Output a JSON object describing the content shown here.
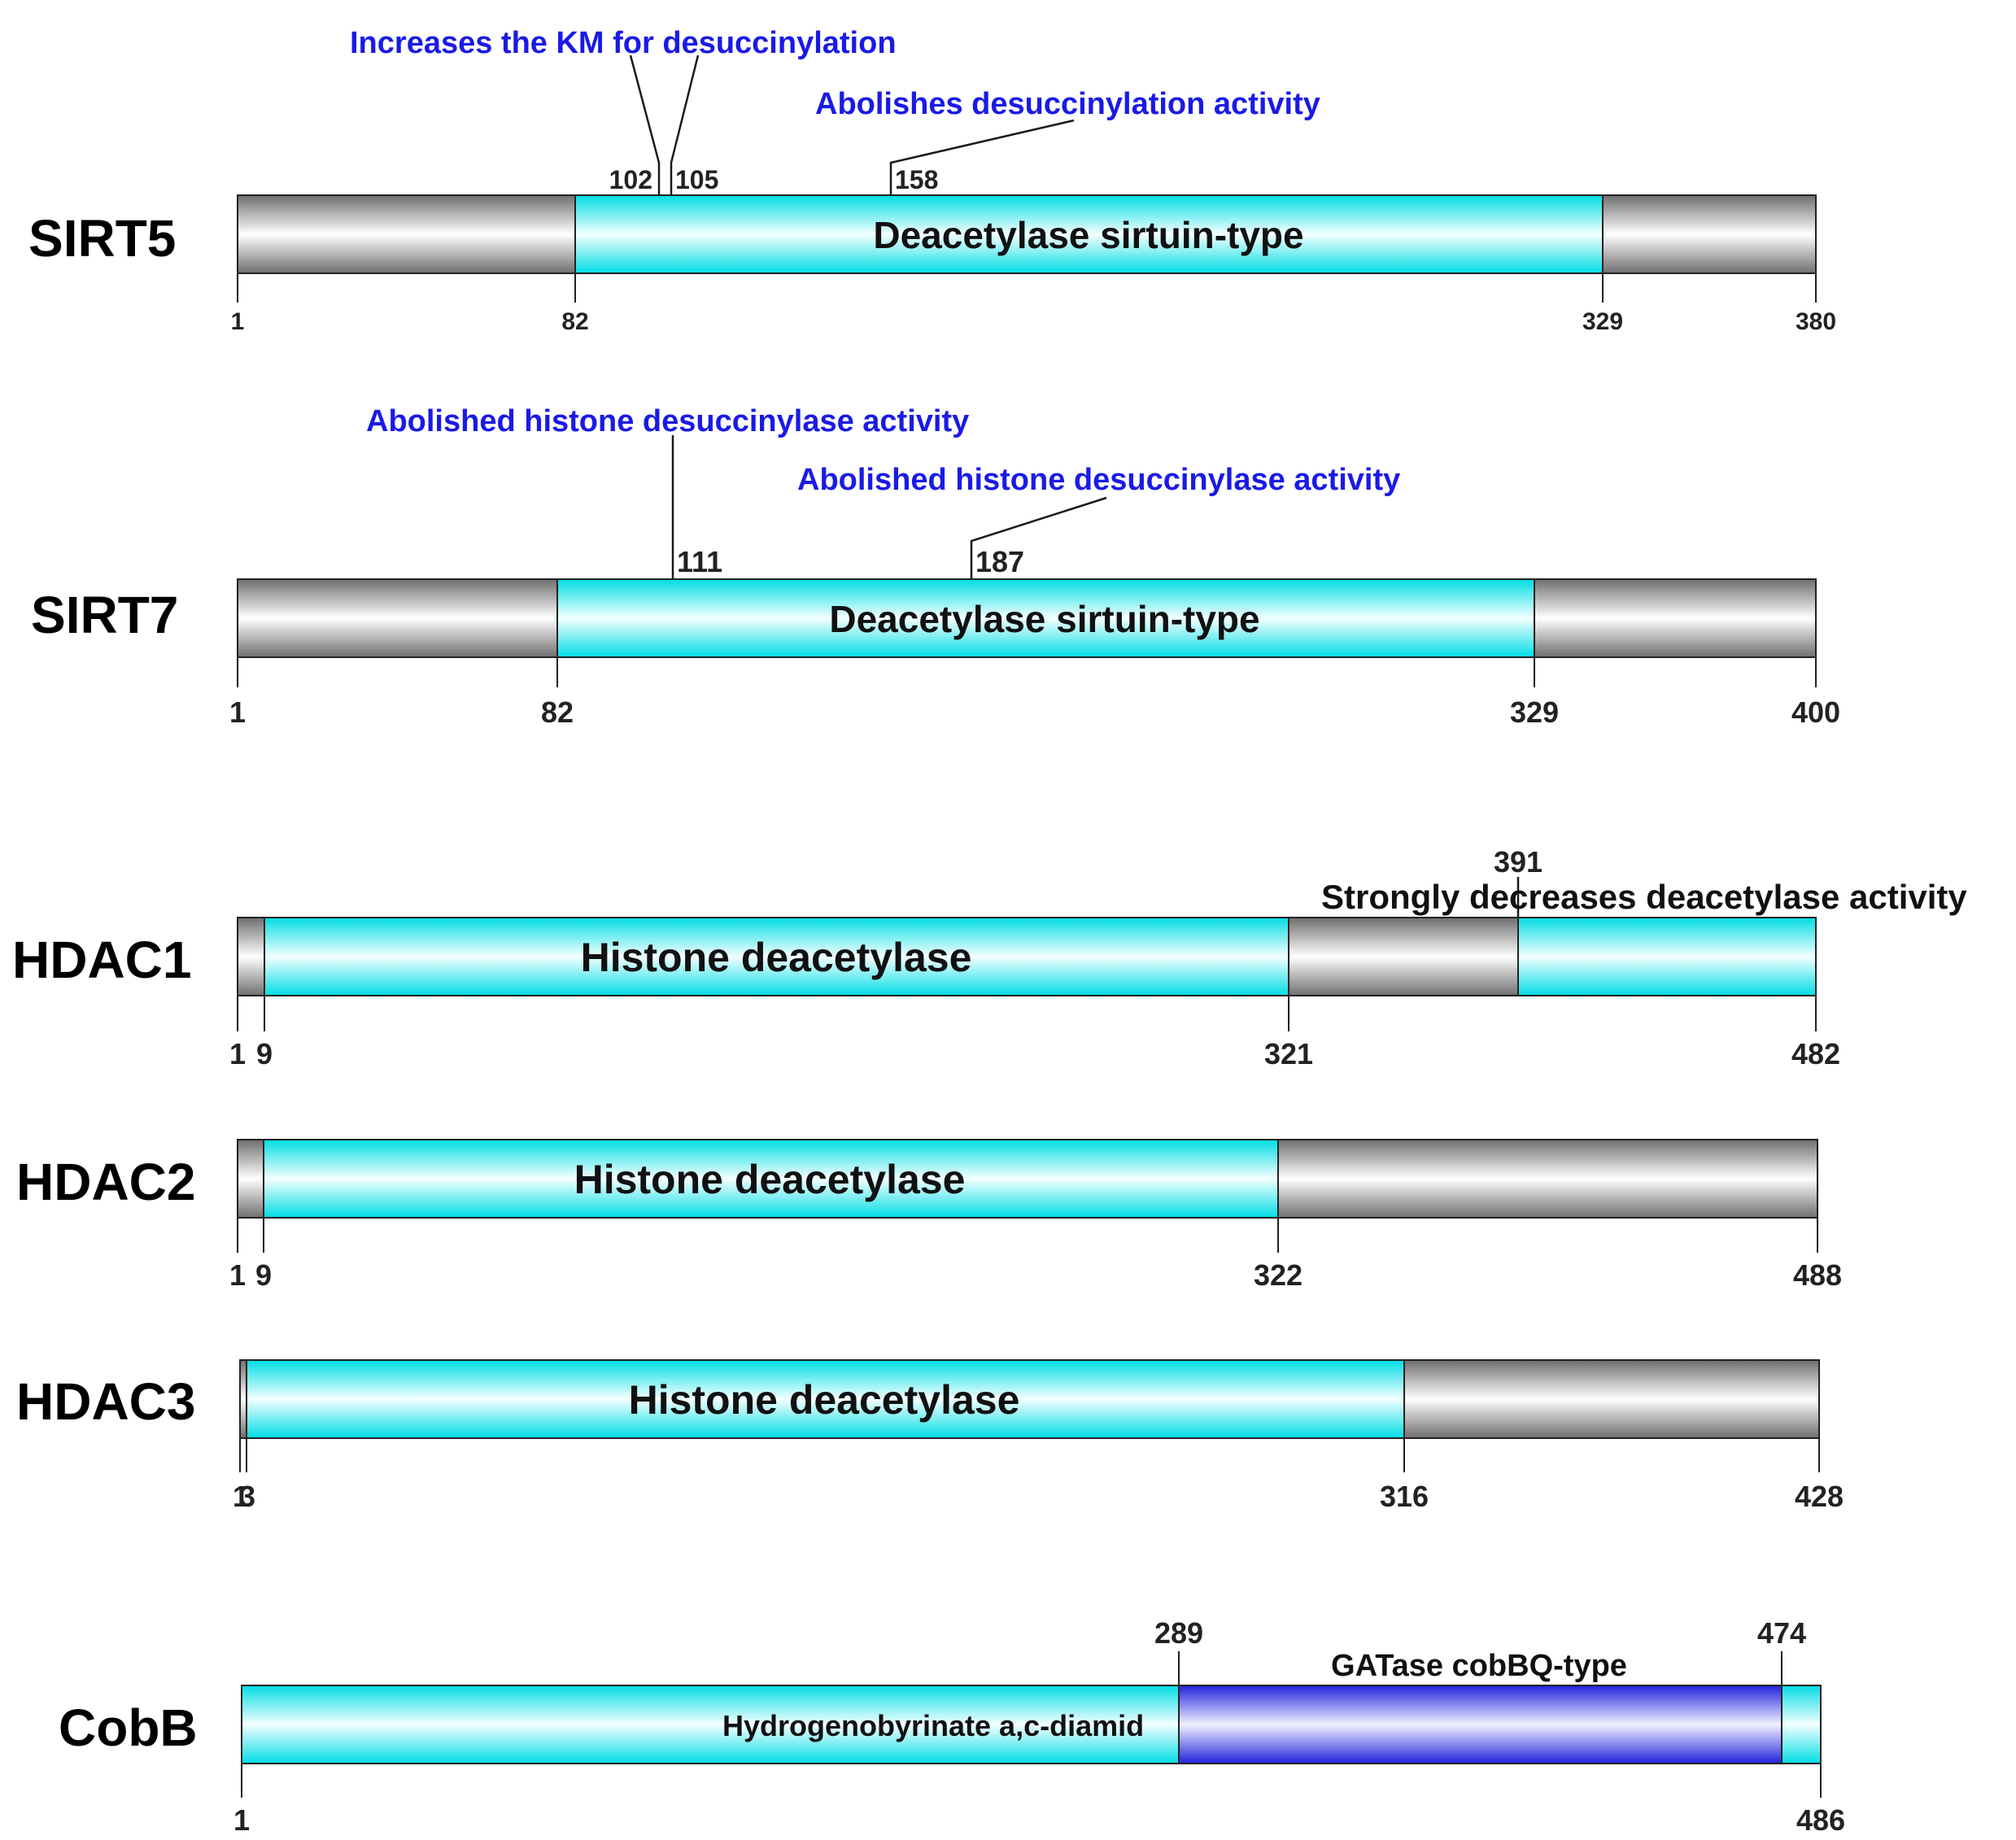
{
  "colors": {
    "domain_cyan": "#00e8ee",
    "domain_blue": "#2a2ae0",
    "backbone_gray": "#8a8a8a",
    "annotation_blue": "#1a1ae6",
    "line": "#1a1a1a"
  },
  "proteins": [
    {
      "name": "SIRT5",
      "length": 380,
      "segments": [
        {
          "start": 1,
          "end": 82,
          "kind": "gray"
        },
        {
          "start": 82,
          "end": 329,
          "kind": "cyan",
          "label": "Deacetylase sirtuin-type"
        },
        {
          "start": 329,
          "end": 380,
          "kind": "gray"
        }
      ],
      "ticks": [
        "1",
        "82",
        "329",
        "380"
      ],
      "sites": [
        {
          "pos": 102,
          "pos_label": "102",
          "text": "Increases the KM for desuccinylation"
        },
        {
          "pos": 105,
          "pos_label": "105",
          "text": ""
        },
        {
          "pos": 158,
          "pos_label": "158",
          "text": "Abolishes desuccinylation activity"
        }
      ]
    },
    {
      "name": "SIRT7",
      "length": 400,
      "segments": [
        {
          "start": 1,
          "end": 82,
          "kind": "gray"
        },
        {
          "start": 82,
          "end": 329,
          "kind": "cyan",
          "label": "Deacetylase sirtuin-type"
        },
        {
          "start": 329,
          "end": 400,
          "kind": "gray"
        }
      ],
      "ticks": [
        "1",
        "82",
        "329",
        "400"
      ],
      "sites": [
        {
          "pos": 111,
          "pos_label": "111",
          "text": "Abolished histone desuccinylase activity"
        },
        {
          "pos": 187,
          "pos_label": "187",
          "text": "Abolished histone desuccinylase activity"
        }
      ]
    },
    {
      "name": "HDAC1",
      "length": 482,
      "segments": [
        {
          "start": 1,
          "end": 9,
          "kind": "gray"
        },
        {
          "start": 9,
          "end": 321,
          "kind": "cyan",
          "label": "Histone deacetylase"
        },
        {
          "start": 321,
          "end": 391,
          "kind": "gray"
        },
        {
          "start": 391,
          "end": 482,
          "kind": "cyan"
        }
      ],
      "ticks": [
        "1",
        "9",
        "321",
        "482"
      ],
      "sites": [
        {
          "pos": 391,
          "pos_label": "391",
          "text": "Strongly decreases deacetylase activity"
        }
      ]
    },
    {
      "name": "HDAC2",
      "length": 488,
      "segments": [
        {
          "start": 1,
          "end": 9,
          "kind": "gray"
        },
        {
          "start": 9,
          "end": 322,
          "kind": "cyan",
          "label": "Histone deacetylase"
        },
        {
          "start": 322,
          "end": 488,
          "kind": "gray"
        }
      ],
      "ticks": [
        "1",
        "9",
        "322",
        "488"
      ],
      "sites": []
    },
    {
      "name": "HDAC3",
      "length": 428,
      "segments": [
        {
          "start": 1,
          "end": 3,
          "kind": "gray"
        },
        {
          "start": 3,
          "end": 316,
          "kind": "cyan",
          "label": "Histone deacetylase"
        },
        {
          "start": 316,
          "end": 428,
          "kind": "gray"
        }
      ],
      "ticks": [
        "1",
        "3",
        "316",
        "428"
      ],
      "sites": []
    },
    {
      "name": "CobB",
      "length": 486,
      "segments": [
        {
          "start": 1,
          "end": 289,
          "kind": "cyan",
          "label": "Hydrogenobyrinate a,c-diamid"
        },
        {
          "start": 289,
          "end": 474,
          "kind": "blue",
          "label": "GATase cobBQ-type"
        },
        {
          "start": 474,
          "end": 486,
          "kind": "cyan"
        }
      ],
      "ticks": [
        "1",
        "486"
      ],
      "top_ticks": [
        "289",
        "474"
      ],
      "sites": []
    }
  ]
}
